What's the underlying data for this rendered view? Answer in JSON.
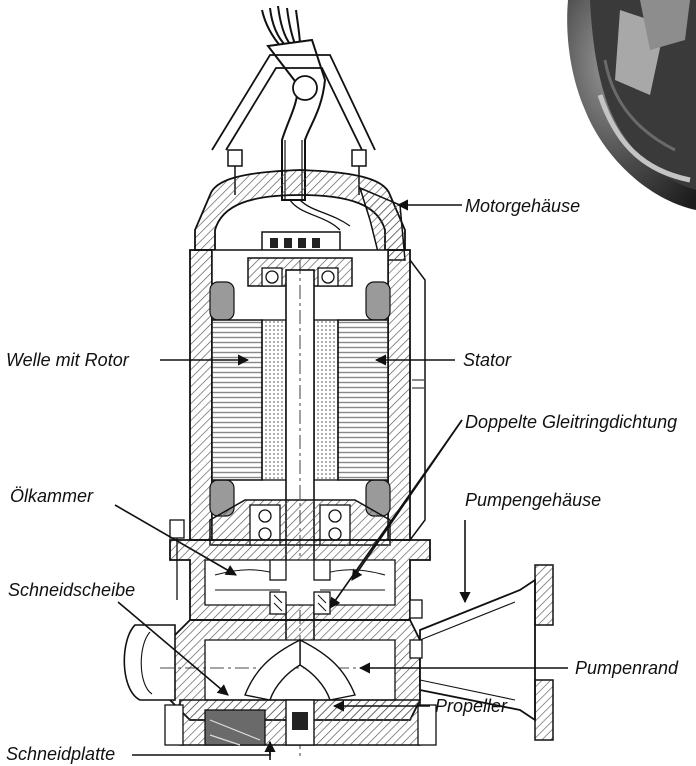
{
  "labels": {
    "motor_housing": "Motorgehäuse",
    "shaft_with_rotor": "Welle mit Rotor",
    "stator": "Stator",
    "double_seal": "Doppelte Gleitringdichtung",
    "oil_chamber": "Ölkammer",
    "pump_housing": "Pumpengehäuse",
    "cutting_disc": "Schneidscheibe",
    "pump_rim": "Pumpenrand",
    "propeller": "Propeller",
    "cutting_plate": "Schneidplatte"
  },
  "colors": {
    "line": "#111111",
    "hatch": "#555555",
    "winding": "#8a8a8a",
    "photo_dark": "#2e2e2e",
    "photo_light": "#b9b9b9"
  }
}
